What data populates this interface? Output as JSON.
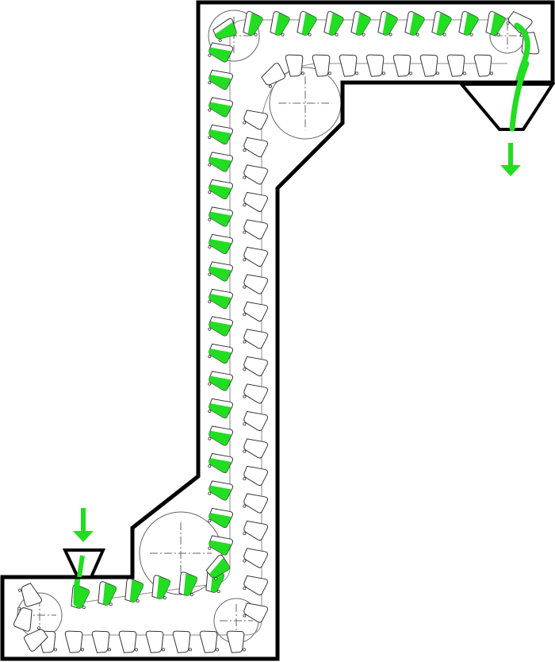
{
  "diagram": {
    "kind": "z-type bucket elevator conveyor",
    "components": {
      "casing": "casing-outline",
      "inlet": "inlet-hopper",
      "outlet": "outlet-hopper",
      "feed_direction": "down-arrow-icon",
      "discharge_direction": "down-arrow-icon",
      "material": "bulk-material-stream",
      "buckets": "bucket-chain",
      "sprockets": "sprocket-wheel"
    },
    "colors": {
      "background": "#ffffff",
      "outline": "#000000",
      "material": "#22dd22",
      "material_dark": "#119911",
      "wheel": "#666666",
      "bucket_outline": "#333333"
    }
  }
}
